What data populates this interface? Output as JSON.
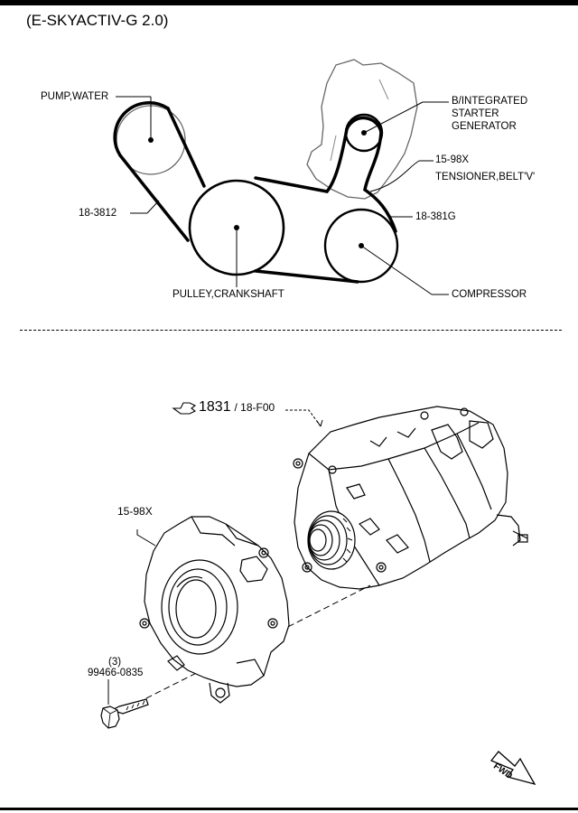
{
  "title": "(E-SKYACTIV-G 2.0)",
  "belt_diagram": {
    "labels": {
      "pump_water": "PUMP,WATER",
      "isg_line1": "B/INTEGRATED",
      "isg_line2": "STARTER",
      "isg_line3": "GENERATOR",
      "tensioner_code": "15-98X",
      "tensioner_name": "TENSIONER,BELT'V'",
      "belt_left": "18-3812",
      "belt_right": "18-381G",
      "pulley_crankshaft": "PULLEY,CRANKSHAFT",
      "compressor": "COMPRESSOR"
    }
  },
  "exploded_view": {
    "ref_number": "1831",
    "ref_sub": "/ 18-F00",
    "tensioner_code": "15-98X",
    "bolt_qty": "(3)",
    "bolt_code": "99466-0835",
    "fwd_label": "FWD"
  }
}
